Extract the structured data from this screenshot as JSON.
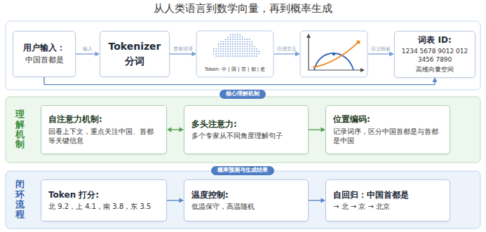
{
  "diagram": {
    "title": "从人类语言到数学向量，再到概率生成",
    "nodes": [
      {
        "text": [
          "用户输入：",
          "中国首都是"
        ]
      },
      {
        "text": [
          "Tokenizer",
          "分词"
        ]
      },
      {
        "text": [
          "Token: 中 | 国 | 首 | 都 | 是"
        ]
      },
      {
        "text": [
          "词表 ID:",
          "1234 5678 9012 012 3456 7890",
          "高维向量空间"
        ]
      },
      {
        "text": [
          "核心理解机制"
        ]
      },
      {
        "text": [
          "理解机制"
        ]
      },
      {
        "text": [
          "自注意力机制:",
          "回看上下文，重点关注中国、首都等关键信息"
        ],
        "in": 5
      },
      {
        "text": [
          "多头注意力:",
          "多个专家从不同角度理解句子"
        ],
        "in": 5
      },
      {
        "text": [
          "位置编码:",
          "记录词序，区分中国首都是与首都是中国"
        ],
        "in": 5
      },
      {
        "text": [
          "概率预测与生成结果"
        ]
      },
      {
        "text": [
          "闭环流程"
        ]
      },
      {
        "text": [
          "Token 打分:",
          "北 9.2，上 4.1，南 3.8，东 3.5"
        ],
        "in": 10
      },
      {
        "text": [
          "温度控制:",
          "低温保守，高温随机"
        ],
        "in": 10
      },
      {
        "text": [
          "自回归：中国首都是",
          "→ 北 → 京 → 北京"
        ],
        "in": 10
      }
    ],
    "edges": [
      {
        "from": 0,
        "to": 1,
        "label": "输入",
        "arrow": "to"
      },
      {
        "from": 1,
        "to": 2,
        "label": "变量转译",
        "arrow": "to"
      },
      {
        "from": 0,
        "to": 3,
        "arrow": "to"
      },
      {
        "from": 6,
        "to": 7,
        "arrow": "both"
      },
      {
        "from": 7,
        "to": 8,
        "arrow": "to"
      },
      {
        "from": 11,
        "to": 12,
        "arrow": "to"
      },
      {
        "from": 12,
        "to": 13,
        "arrow": "to"
      }
    ],
    "labels": [
      "语境交互",
      "语义映射"
    ]
  }
}
